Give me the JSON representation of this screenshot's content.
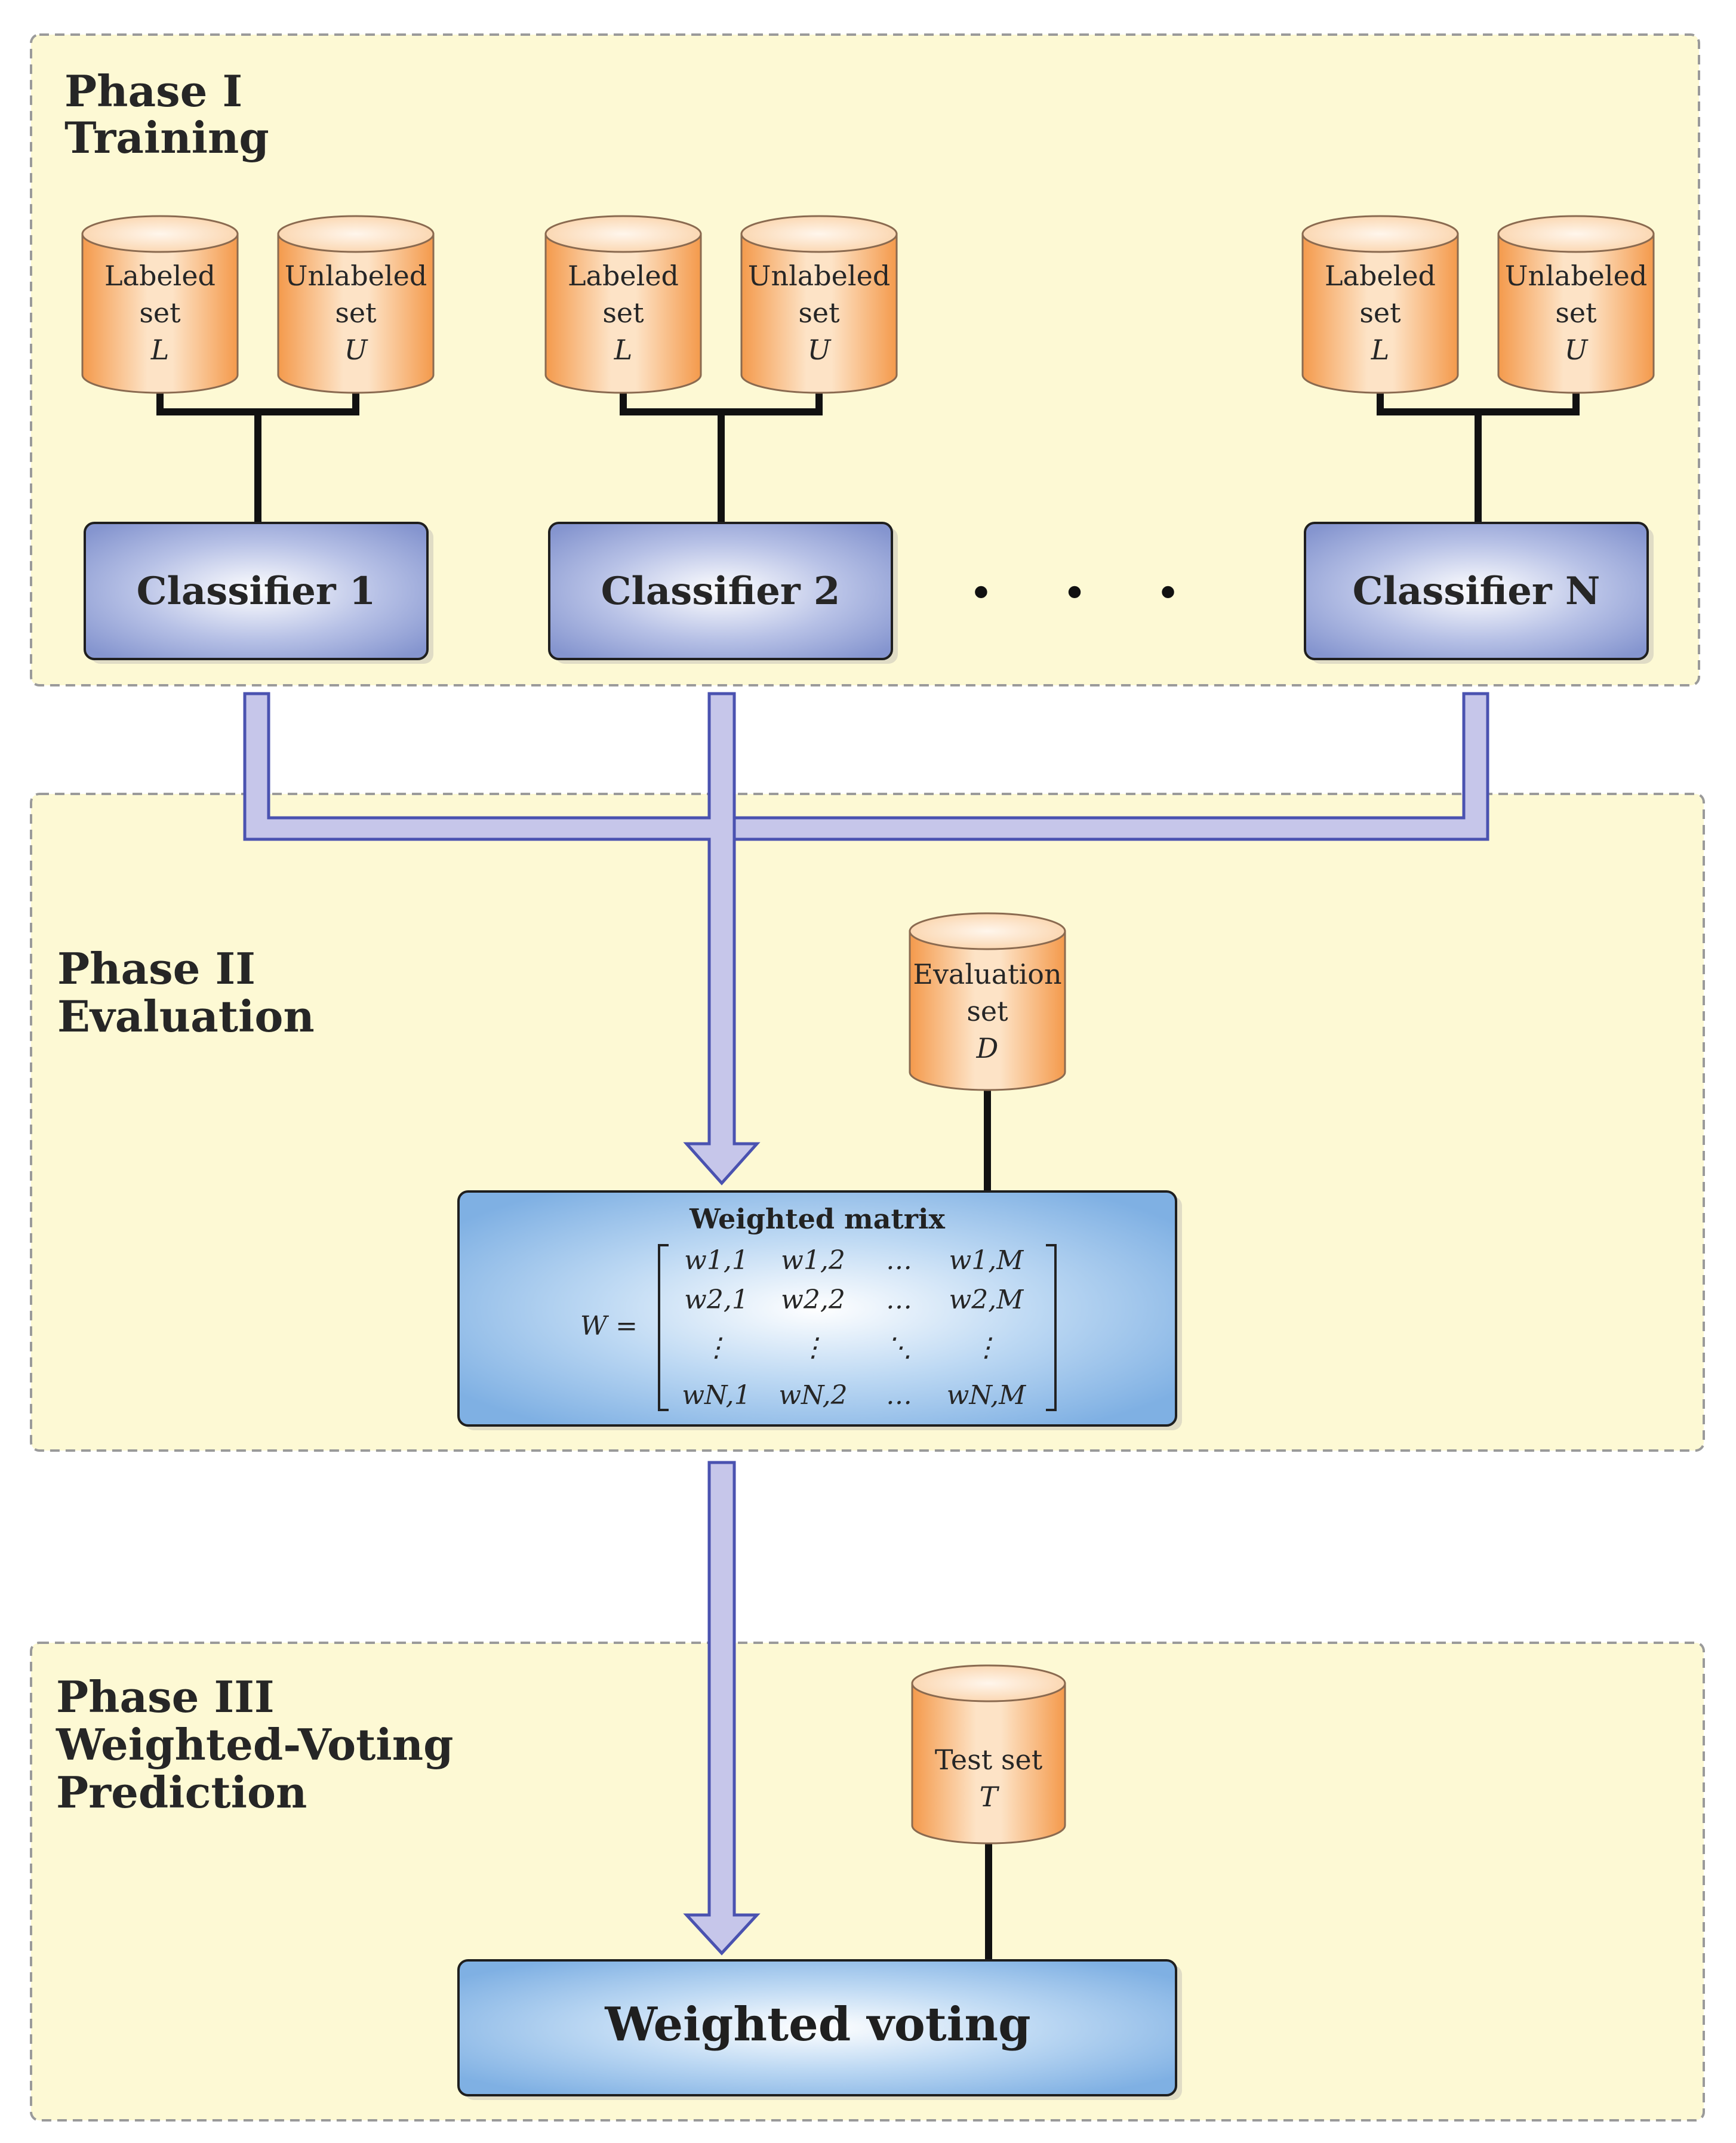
{
  "phases": [
    {
      "title_line1": "Phase I",
      "title_line2": "Training",
      "title_line3": ""
    },
    {
      "title_line1": "Phase II",
      "title_line2": "Evaluation",
      "title_line3": ""
    },
    {
      "title_line1": "Phase III",
      "title_line2": "Weighted-Voting",
      "title_line3": "Prediction"
    }
  ],
  "classifier_groups": [
    {
      "classifier": "Classifier 1",
      "labeled": {
        "line1": "Labeled",
        "line2": "set",
        "var": "L"
      },
      "unlabeled": {
        "line1": "Unlabeled",
        "line2": "set",
        "var": "U"
      }
    },
    {
      "classifier": "Classifier 2",
      "labeled": {
        "line1": "Labeled",
        "line2": "set",
        "var": "L"
      },
      "unlabeled": {
        "line1": "Unlabeled",
        "line2": "set",
        "var": "U"
      }
    },
    {
      "classifier": "Classifier N",
      "labeled": {
        "line1": "Labeled",
        "line2": "set",
        "var": "L"
      },
      "unlabeled": {
        "line1": "Unlabeled",
        "line2": "set",
        "var": "U"
      }
    }
  ],
  "ellipsis": "· · ·",
  "evaluation_set": {
    "line1": "Evaluation",
    "line2": "set",
    "var": "D"
  },
  "weighted_matrix": {
    "title": "Weighted matrix",
    "lhs": "W =",
    "rows": [
      [
        "w1,1",
        "w1,2",
        "…",
        "w1,M"
      ],
      [
        "w2,1",
        "w2,2",
        "…",
        "w2,M"
      ],
      [
        "⋮",
        "⋮",
        "⋱",
        "⋮"
      ],
      [
        "wN,1",
        "wN,2",
        "…",
        "wN,M"
      ]
    ]
  },
  "test_set": {
    "line1": "Test set",
    "var": "T"
  },
  "weighted_voting": "Weighted voting",
  "colors": {
    "phase_bg": "#fdf9d4",
    "phase_border": "#9a9a9a",
    "cylinder_orange": "#f5a25a",
    "classifier_blue": "#8e9ed4",
    "matrix_blue": "#86b7e6",
    "arrow_fill": "#c6c6ea",
    "arrow_stroke": "#4a52b0"
  }
}
